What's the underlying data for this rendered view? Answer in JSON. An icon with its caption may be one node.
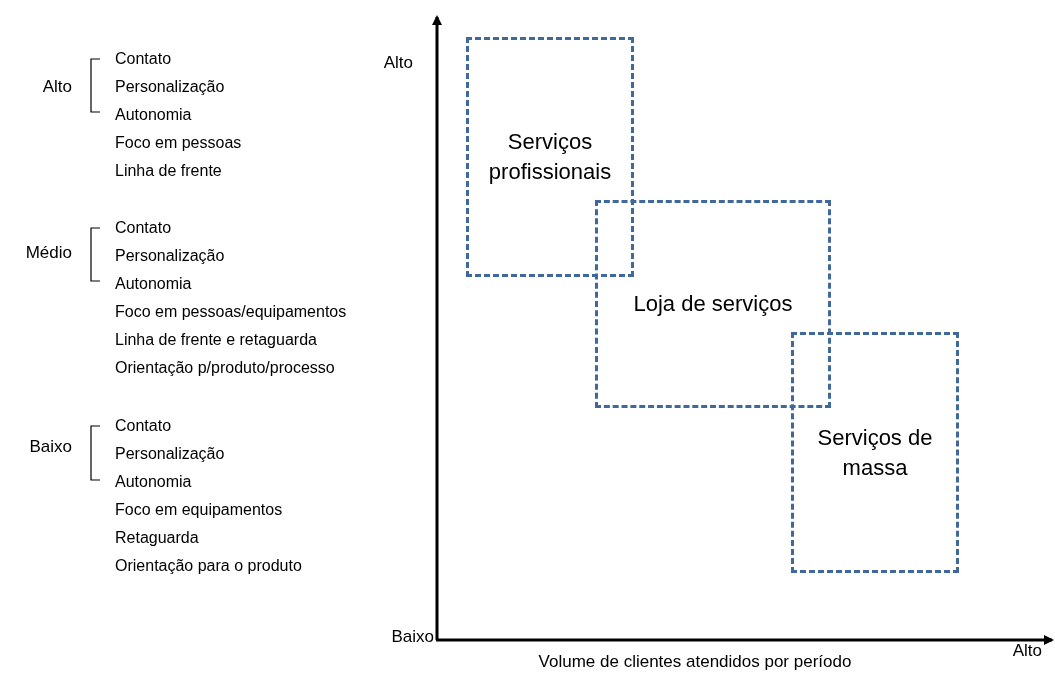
{
  "diagram": {
    "nodes": [
      {
        "text": [
          "Serviços profissionais"
        ]
      },
      {
        "text": [
          "Loja de serviços"
        ]
      },
      {
        "text": [
          "Serviços de massa"
        ]
      }
    ],
    "labels": [
      "Alto",
      "Contato",
      "Personalização",
      "Autonomia",
      "Foco em pessoas",
      "Linha de frente",
      "Médio",
      "Contato",
      "Personalização",
      "Autonomia",
      "Foco em pessoas/equipamentos",
      "Linha de frente e retaguarda",
      "Orientação p/produto/processo",
      "Baixo",
      "Contato",
      "Personalização",
      "Autonomia",
      "Foco em equipamentos",
      "Retaguarda",
      "Orientação para o produto",
      "Alto",
      "Baixo",
      "Alto",
      "Volume de clientes atendidos por período"
    ]
  }
}
